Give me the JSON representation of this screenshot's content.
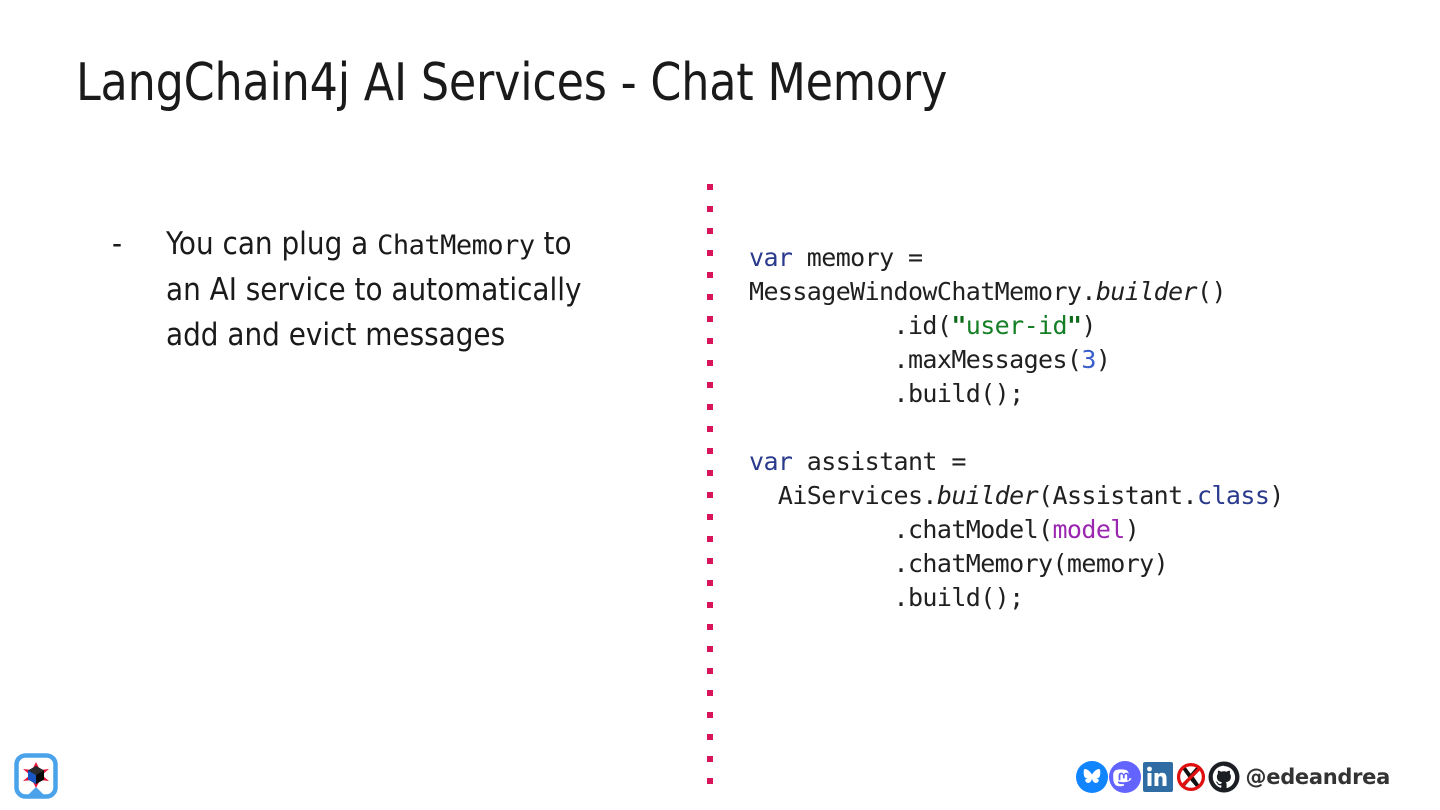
{
  "slide": {
    "title": "LangChain4j AI Services - Chat Memory",
    "background": "#ffffff"
  },
  "colors": {
    "title": "#1a1a1a",
    "divider_dots": "#d6155a",
    "keyword": "#2a3a8c",
    "string": "#157f26",
    "number": "#3a5fcd",
    "variable": "#9b27b0",
    "code_default": "#202020",
    "handle": "#333333"
  },
  "content": {
    "bullets": [
      {
        "marker": "-",
        "parts": [
          {
            "text": "You can plug a ",
            "style": "normal"
          },
          {
            "text": "ChatMemory",
            "style": "mono"
          },
          {
            "text": " to an AI service to automatically add and evict messages",
            "style": "normal"
          }
        ]
      }
    ]
  },
  "code": {
    "blocks": [
      {
        "name": "memory-snippet",
        "lines": [
          [
            {
              "t": "var",
              "c": "kw"
            },
            {
              "t": " memory =",
              "c": "plain"
            }
          ],
          [
            {
              "t": "MessageWindowChatMemory",
              "c": "plain"
            },
            {
              "t": ".",
              "c": "plain"
            },
            {
              "t": "builder",
              "c": "ital"
            },
            {
              "t": "()",
              "c": "plain"
            }
          ],
          [
            {
              "t": "          .id(",
              "c": "plain"
            },
            {
              "t": "\"",
              "c": "strq"
            },
            {
              "t": "user-id",
              "c": "str"
            },
            {
              "t": "\"",
              "c": "strq"
            },
            {
              "t": ")",
              "c": "plain"
            }
          ],
          [
            {
              "t": "          .maxMessages(",
              "c": "plain"
            },
            {
              "t": "3",
              "c": "num"
            },
            {
              "t": ")",
              "c": "plain"
            }
          ],
          [
            {
              "t": "          .build();",
              "c": "plain"
            }
          ]
        ]
      },
      {
        "name": "assistant-snippet",
        "lines": [
          [
            {
              "t": "var",
              "c": "kw"
            },
            {
              "t": " assistant =",
              "c": "plain"
            }
          ],
          [
            {
              "t": "  AiServices.",
              "c": "plain"
            },
            {
              "t": "builder",
              "c": "ital"
            },
            {
              "t": "(Assistant.",
              "c": "plain"
            },
            {
              "t": "class",
              "c": "kw"
            },
            {
              "t": ")",
              "c": "plain"
            }
          ],
          [
            {
              "t": "          .chatModel(",
              "c": "plain"
            },
            {
              "t": "model",
              "c": "var"
            },
            {
              "t": ")",
              "c": "plain"
            }
          ],
          [
            {
              "t": "          .chatMemory(memory)",
              "c": "plain"
            }
          ],
          [
            {
              "t": "          .build();",
              "c": "plain"
            }
          ]
        ]
      }
    ]
  },
  "footer": {
    "logo": {
      "name": "langchain4j-logo",
      "alt": "LangChain4j logo"
    },
    "social": [
      {
        "icon": "bluesky-icon",
        "label": "Bluesky"
      },
      {
        "icon": "mastodon-icon",
        "label": "Mastodon"
      },
      {
        "icon": "linkedin-icon",
        "label": "LinkedIn"
      },
      {
        "icon": "x-twitter-disabled-icon",
        "label": "X (disabled)"
      },
      {
        "icon": "github-icon",
        "label": "GitHub"
      }
    ],
    "handle": "@edeandrea"
  }
}
